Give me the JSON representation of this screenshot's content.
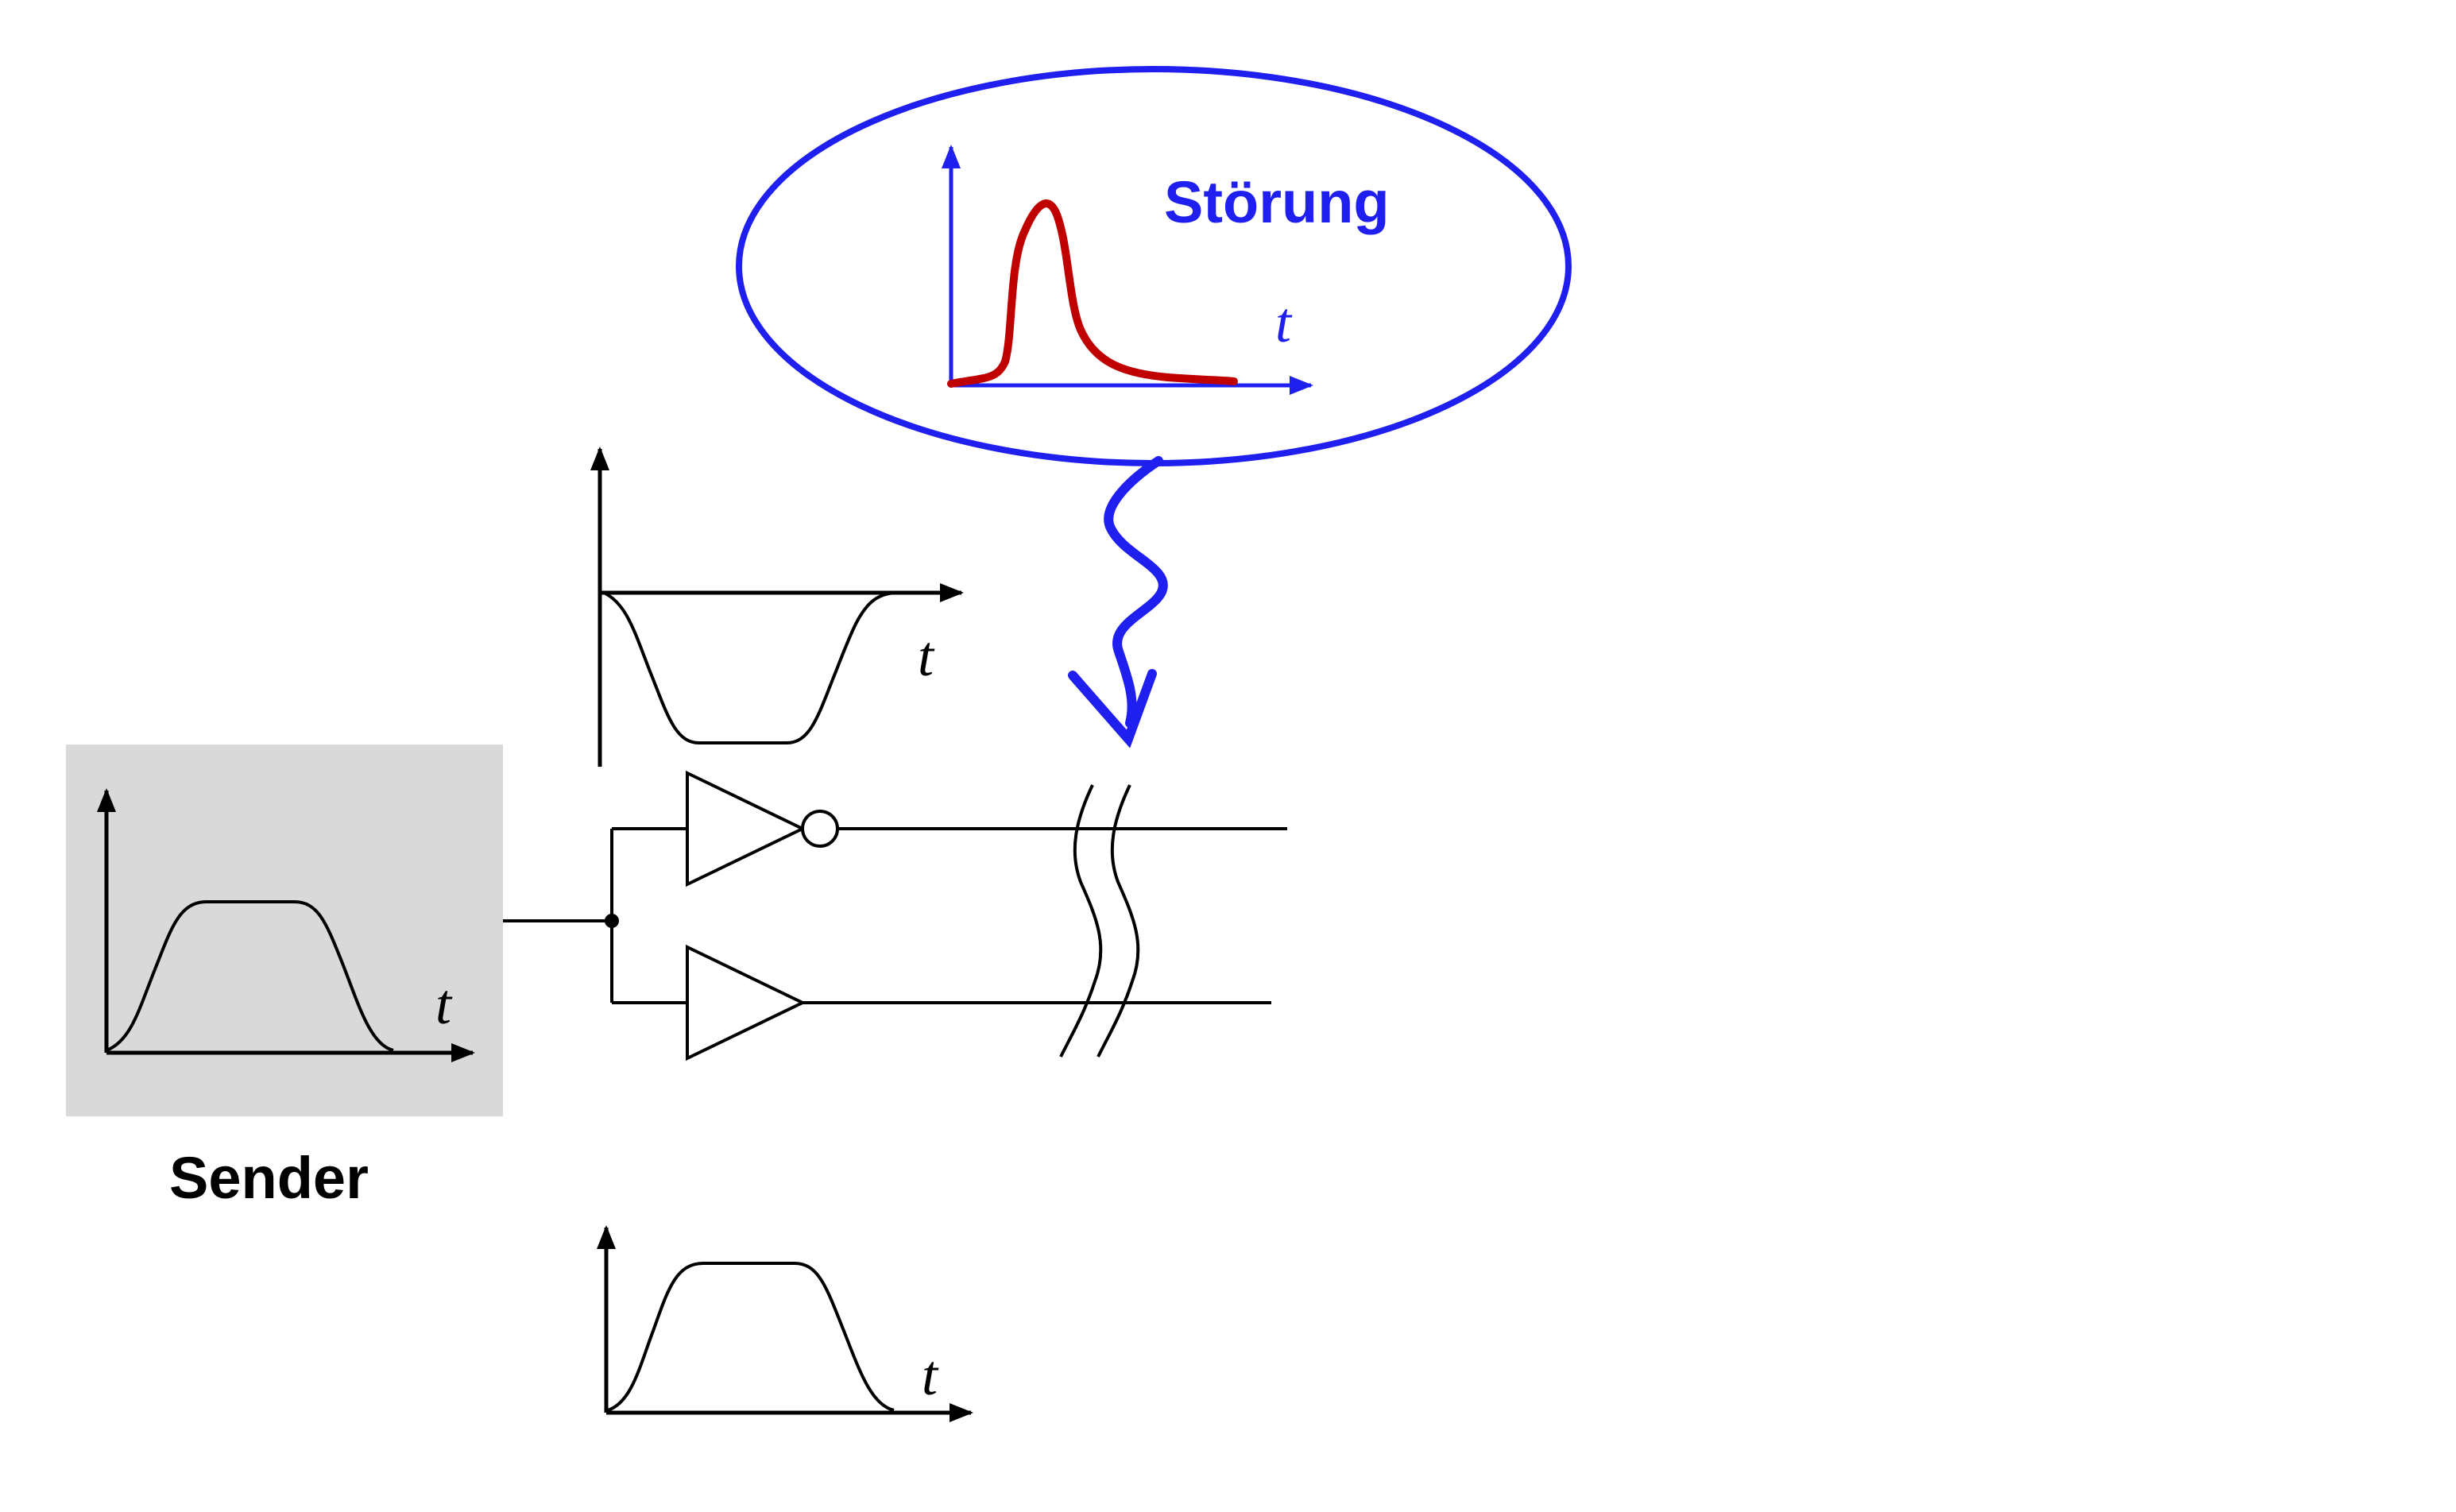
{
  "disturbance": {
    "label": "Störung",
    "time_label": "t",
    "color": "#1f1ff0",
    "pulse_color": "#c00000"
  },
  "sender": {
    "label": "Sender",
    "time_label": "t",
    "box_color": "#d9d9d9"
  },
  "upper_plot": {
    "time_label": "t"
  },
  "lower_plot": {
    "time_label": "t"
  }
}
